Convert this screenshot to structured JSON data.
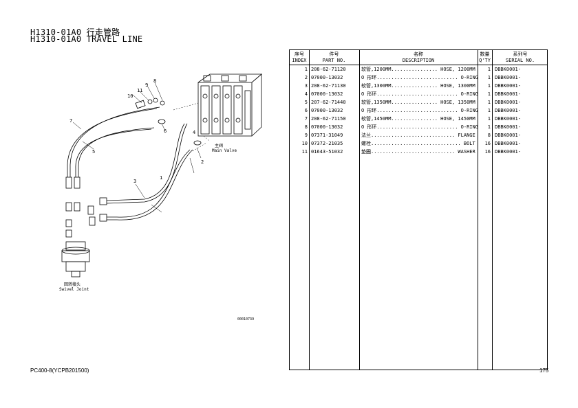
{
  "title": {
    "line1": "H1310-01A0 行走管路",
    "line2": "H1310-01A0 TRAVEL LINE"
  },
  "diagram": {
    "main_valve_cn": "主阀",
    "main_valve_en": "Main Valve",
    "swivel_cn": "回转接头",
    "swivel_en": "Swivel Joint",
    "callouts": [
      "1",
      "2",
      "3",
      "4",
      "5",
      "6",
      "7",
      "8",
      "9",
      "10",
      "11"
    ],
    "drawing_no": "00010739"
  },
  "table": {
    "headers": {
      "index_cn": "序号",
      "index_en": "INDEX",
      "part_cn": "件号",
      "part_en": "PART NO.",
      "desc_cn": "名称",
      "desc_en": "DESCRIPTION",
      "qty_cn": "数量",
      "qty_en": "Q'TY",
      "serial_cn": "系列号",
      "serial_en": "SERIAL NO."
    },
    "rows": [
      {
        "index": "1",
        "part": "208-62-71120",
        "desc": "软管,1200MM................ HOSE, 1200MM",
        "qty": "1",
        "serial": "DBBK0001-"
      },
      {
        "index": "2",
        "part": "07000-13032",
        "desc": "O 形环............................ O-RING",
        "qty": "1",
        "serial": "DBBK0001-"
      },
      {
        "index": "3",
        "part": "208-62-71130",
        "desc": "软管,1300MM................ HOSE, 1300MM",
        "qty": "1",
        "serial": "DBBK0001-"
      },
      {
        "index": "4",
        "part": "07000-13032",
        "desc": "O 形环............................ O-RING",
        "qty": "1",
        "serial": "DBBK0001-"
      },
      {
        "index": "5",
        "part": "207-62-71440",
        "desc": "软管,1350MM................ HOSE, 1350MM",
        "qty": "1",
        "serial": "DBBK0001-"
      },
      {
        "index": "6",
        "part": "07000-13032",
        "desc": "O 形环............................ O-RING",
        "qty": "1",
        "serial": "DBBK0001-"
      },
      {
        "index": "7",
        "part": "208-62-71150",
        "desc": "软管,1450MM................ HOSE, 1450MM",
        "qty": "1",
        "serial": "DBBK0001-"
      },
      {
        "index": "8",
        "part": "07000-13032",
        "desc": "O 形环............................ O-RING",
        "qty": "1",
        "serial": "DBBK0001-"
      },
      {
        "index": "9",
        "part": "07371-31049",
        "desc": "法兰............................. FLANGE",
        "qty": "8",
        "serial": "DBBK0001-"
      },
      {
        "index": "10",
        "part": "07372-21035",
        "desc": "螺栓............................... BOLT",
        "qty": "16",
        "serial": "DBBK0001-"
      },
      {
        "index": "11",
        "part": "01643-51032",
        "desc": "垫圈............................. WASHER",
        "qty": "16",
        "serial": "DBBK0001-"
      }
    ]
  },
  "footer": {
    "model": "PC400-8(YCPB201500)",
    "page": "175"
  }
}
